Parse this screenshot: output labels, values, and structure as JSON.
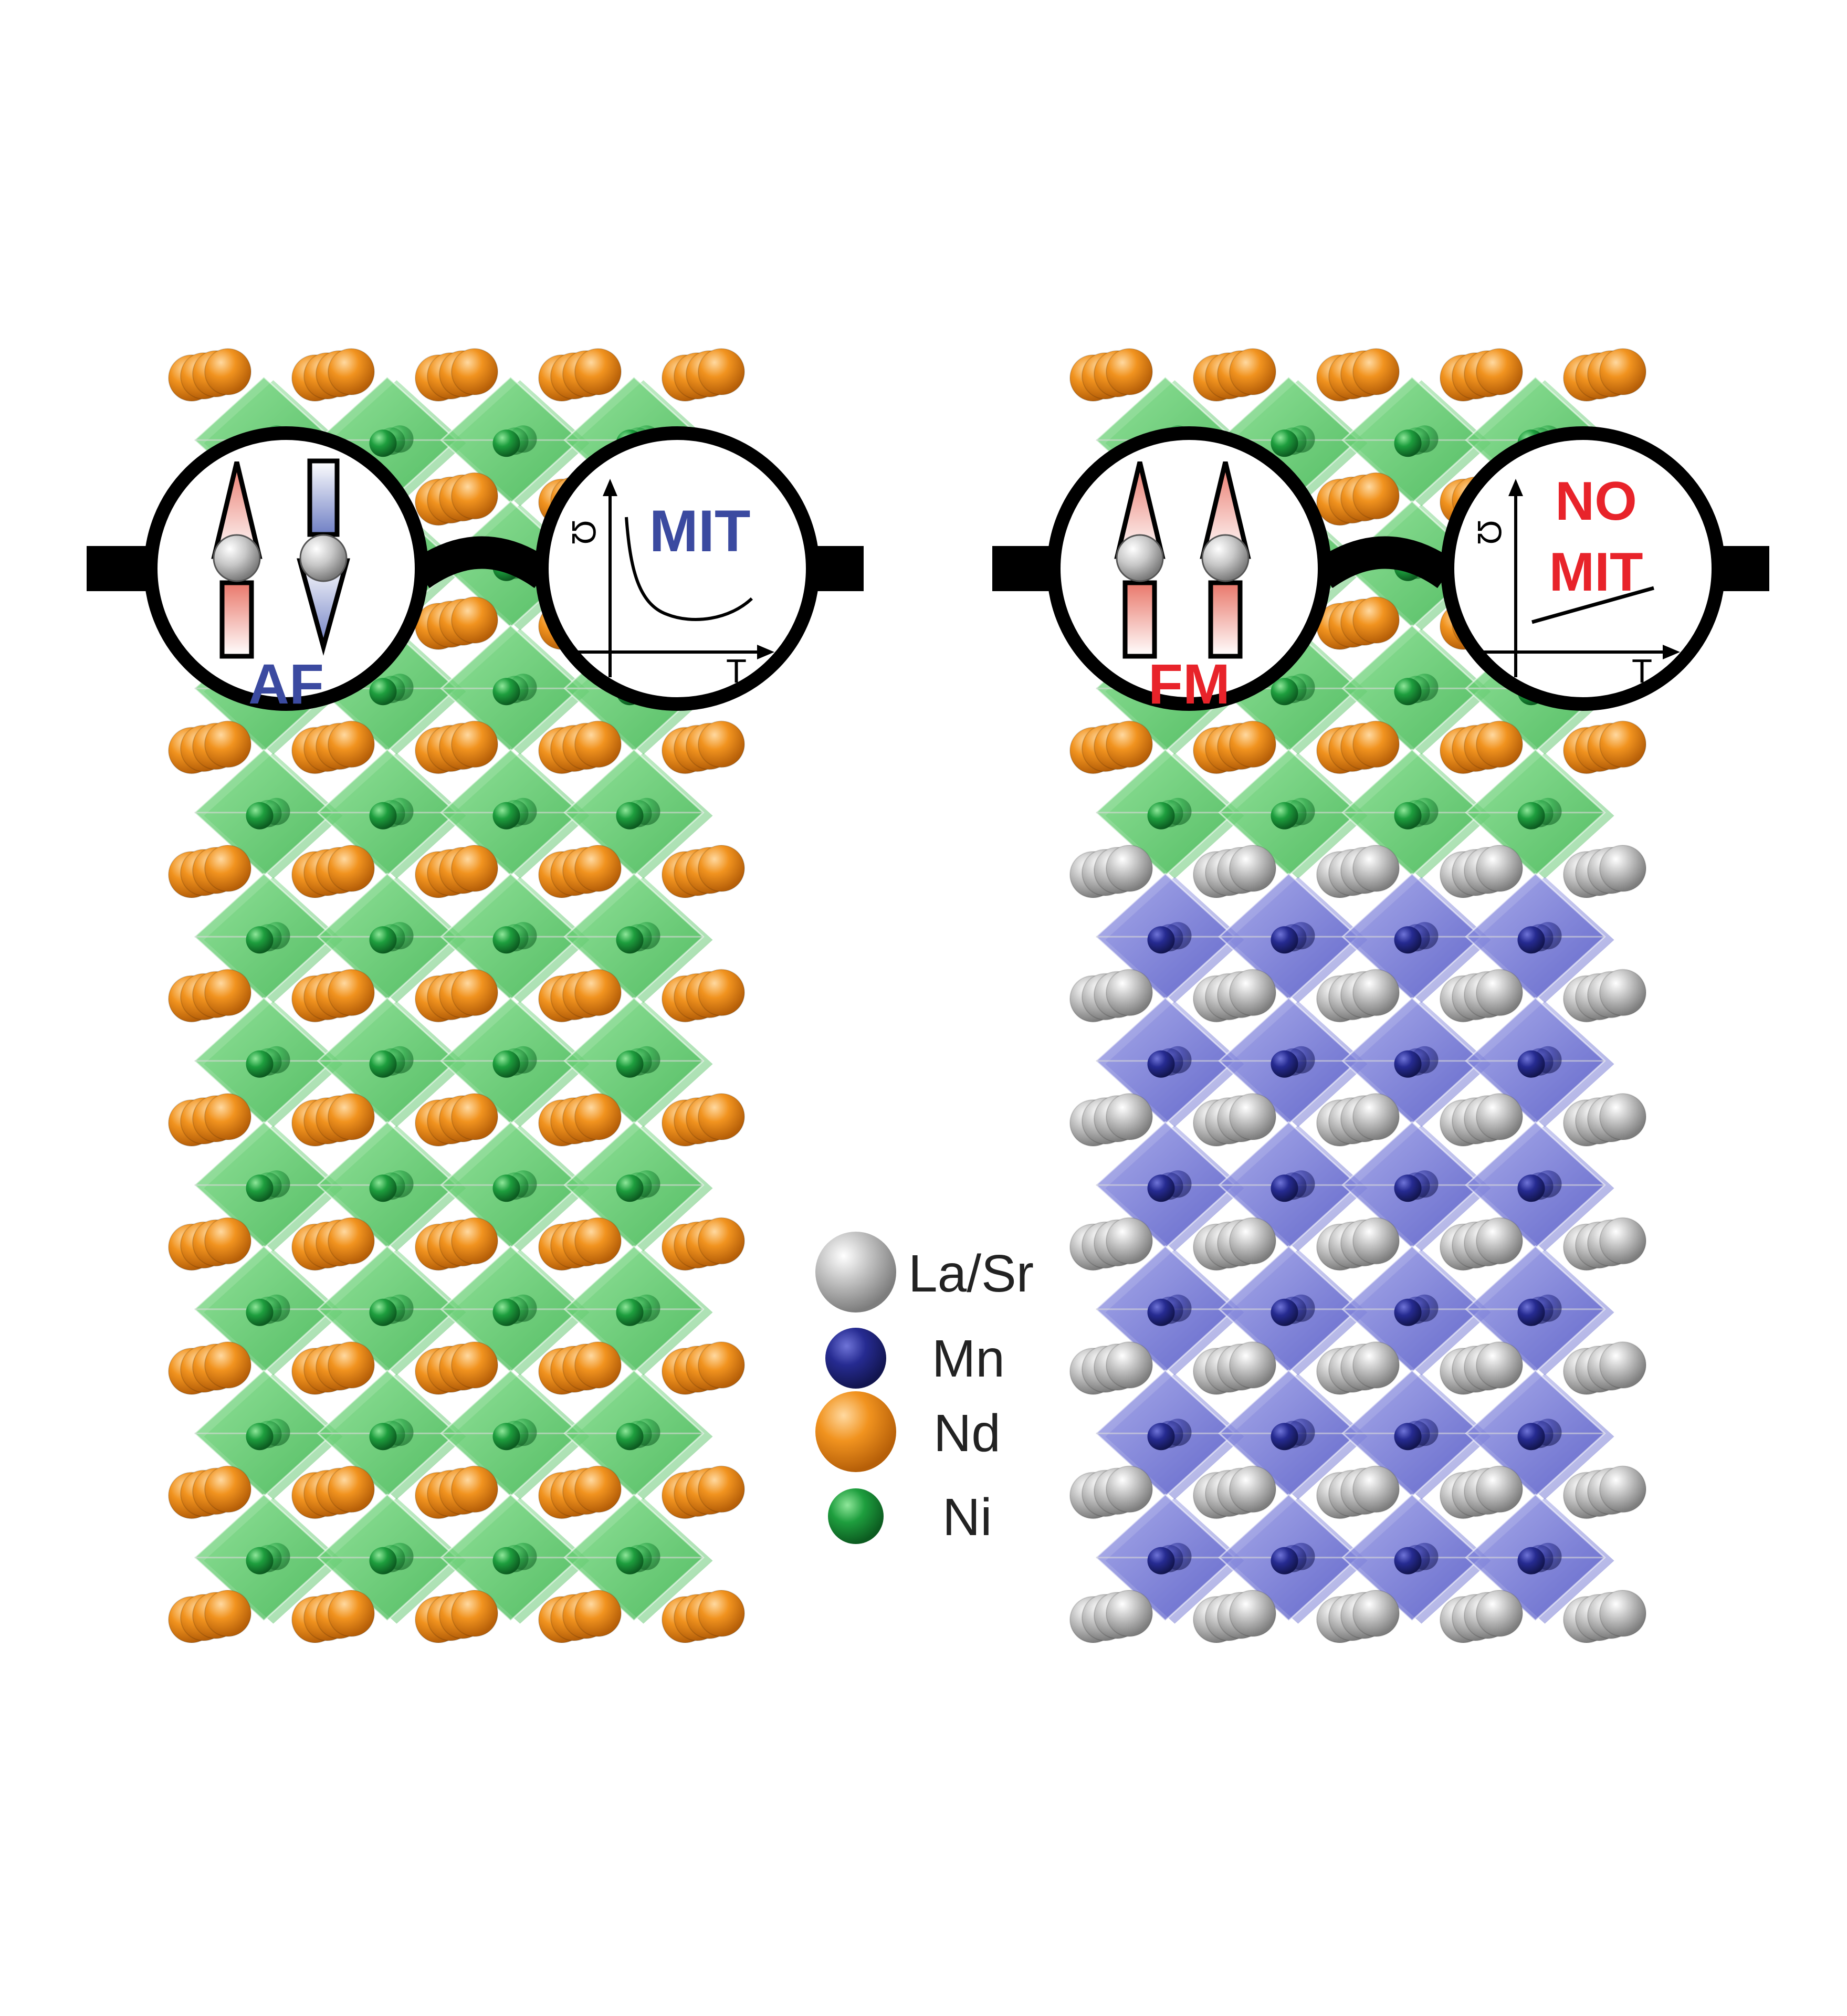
{
  "legend": {
    "items": [
      {
        "label": "La/Sr",
        "color": "#b9b9b9"
      },
      {
        "label": "Mn",
        "color": "#262b91"
      },
      {
        "label": "Nd",
        "color": "#f1931f"
      },
      {
        "label": "Ni",
        "color": "#1e9e3e"
      }
    ]
  },
  "left_panel": {
    "magnetic_label": "AF",
    "transport_label": "MIT",
    "y_axis_label": "Ω",
    "x_axis_label": "T",
    "label_color": "#3b4aa0",
    "spin_pattern": "antiparallel",
    "transport_curve": "decreasing",
    "layer_order": [
      "Nd",
      "Nd",
      "Nd",
      "Nd",
      "Nd",
      "Nd",
      "Nd",
      "Nd",
      "Nd",
      "Nd",
      "Nd"
    ],
    "octahedron_layers": [
      "Ni",
      "Ni",
      "Ni",
      "Ni",
      "Ni",
      "Ni",
      "Ni",
      "Ni",
      "Ni",
      "Ni"
    ]
  },
  "right_panel": {
    "magnetic_label": "FM",
    "transport_label_line1": "NO",
    "transport_label_line2": "MIT",
    "y_axis_label": "Ω",
    "x_axis_label": "T",
    "label_color": "#e8232a",
    "spin_pattern": "parallel",
    "transport_curve": "increasing",
    "layer_order": [
      "Nd",
      "Nd",
      "Nd",
      "Nd",
      "La/Sr",
      "La/Sr",
      "La/Sr",
      "La/Sr",
      "La/Sr",
      "La/Sr",
      "La/Sr"
    ],
    "octahedron_layers": [
      "Ni",
      "Ni",
      "Ni",
      "Ni",
      "Mn",
      "Mn",
      "Mn",
      "Mn",
      "Mn",
      "Mn"
    ]
  },
  "colors": {
    "Nd": "#f1931f",
    "La/Sr": "#b9b9b9",
    "Mn": "#262b91",
    "Ni": "#1e9e3e",
    "Ni_octahedron": "#4ccb5a",
    "Mn_octahedron": "#5a5fd0",
    "spin_up": "#e9776a",
    "spin_down": "#7b88c8",
    "frame": "#000000"
  }
}
